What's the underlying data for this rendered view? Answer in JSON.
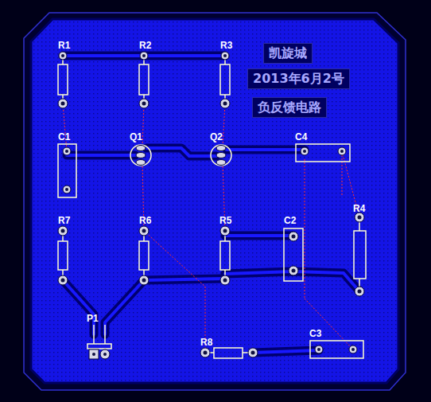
{
  "diagram": {
    "labels": [
      "R1",
      "R2",
      "R3",
      "C1",
      "Q1",
      "Q2",
      "C4",
      "R7",
      "R6",
      "R5",
      "C2",
      "R4",
      "P1",
      "R8",
      "C3",
      "凯旋城",
      "2013年6月2号",
      "负反馈电路"
    ]
  }
}
